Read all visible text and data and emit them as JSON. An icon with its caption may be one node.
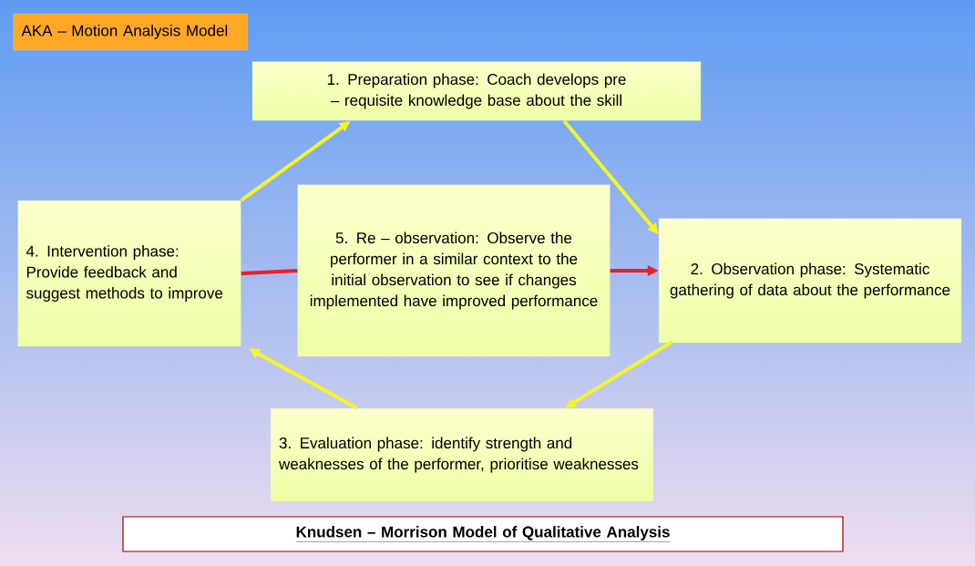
{
  "diagram": {
    "nodes": [
      {
        "text": [
          "AKA – Motion Analysis Model"
        ]
      },
      {
        "text": [
          "1. Preparation phase: Coach develops pre – requisite knowledge base about the skill"
        ]
      },
      {
        "text": [
          "4. Intervention phase: Provide feedback and suggest methods to improve"
        ]
      },
      {
        "text": [
          "5. Re – observation: Observe the performer in a similar context to the initial observation to see if changes implemented have improved performance"
        ]
      },
      {
        "text": [
          "2. Observation phase: Systematic gathering of data about the performance"
        ]
      },
      {
        "text": [
          "3. Evaluation phase: identify strength and weaknesses of the performer, prioritise weaknesses"
        ]
      },
      {
        "text": [
          "Knudsen – Morrison  Model of Qualitative Analysis"
        ]
      }
    ],
    "edges": [
      {
        "from": 2,
        "to": 1,
        "arrow": "to"
      },
      {
        "from": 1,
        "to": 4,
        "arrow": "to"
      },
      {
        "from": 4,
        "to": 5,
        "arrow": "to"
      },
      {
        "from": 5,
        "to": 2,
        "arrow": "to"
      },
      {
        "from": 2,
        "to": 3,
        "arrow": "none",
        "color": "#e8202a"
      },
      {
        "from": 3,
        "to": 4,
        "arrow": "to",
        "color": "#e8202a"
      }
    ]
  }
}
